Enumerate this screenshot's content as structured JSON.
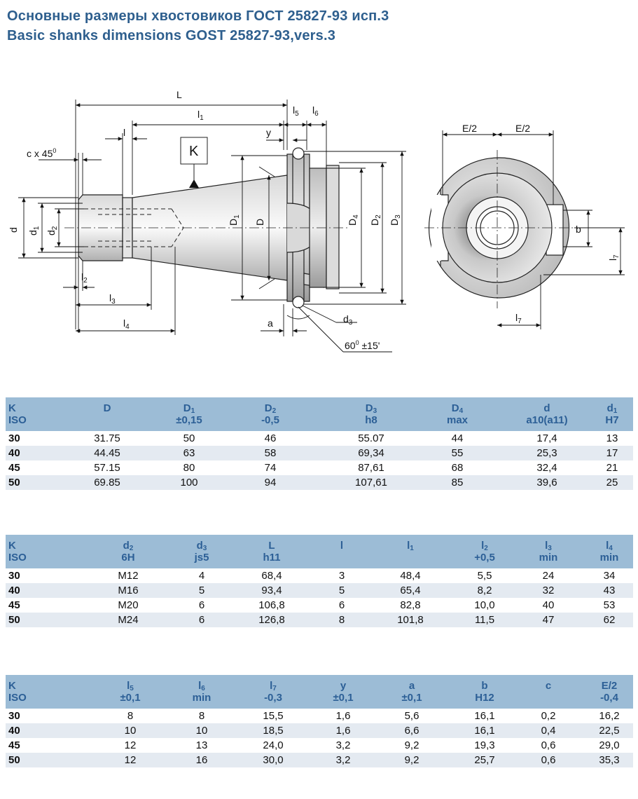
{
  "title_ru": "Основные размеры хвостовиков ГОСТ 25827-93 исп.3",
  "title_en": "Basic shanks dimensions GOST 25827-93,vers.3",
  "drawing_labels": {
    "L": "L",
    "l1": "l",
    "l1_sub": "1",
    "l": "l",
    "l5": "l",
    "l5_sub": "5",
    "l6": "l",
    "l6_sub": "6",
    "y": "y",
    "K": "K",
    "c45": "c x 45",
    "deg": "0",
    "d": "d",
    "d1": "d",
    "d1_sub": "1",
    "d2": "d",
    "d2_sub": "2",
    "D1": "D",
    "D1_sub": "1",
    "D": "D",
    "D4": "D",
    "D4_sub": "4",
    "D2": "D",
    "D2_sub": "2",
    "D3": "D",
    "D3_sub": "3",
    "l2": "l",
    "l2_sub": "2",
    "l3": "l",
    "l3_sub": "3",
    "l4": "l",
    "l4_sub": "4",
    "a": "a",
    "d3": "d",
    "d3_sub": "3",
    "angle": "60",
    "angle_deg": "0",
    "angle_tol": " ±15'",
    "E2a": "E/2",
    "E2b": "E/2",
    "b": "b",
    "l7": "l",
    "l7_sub": "7",
    "l7b": "l",
    "l7b_sub": "7"
  },
  "table1": {
    "headers": [
      {
        "l1": "K",
        "l2": "ISO"
      },
      {
        "l1": "D",
        "l2": ""
      },
      {
        "l1": "D",
        "sub": "1",
        "l2": "±0,15"
      },
      {
        "l1": "D",
        "sub": "2",
        "l2": "-0,5"
      },
      {
        "l1": "D",
        "sub": "3",
        "l2": "h8"
      },
      {
        "l1": "D",
        "sub": "4",
        "l2": "max"
      },
      {
        "l1": "d",
        "l2": "a10(a11)"
      },
      {
        "l1": "d",
        "sub": "1",
        "l2": "H7"
      }
    ],
    "rows": [
      [
        "30",
        "31.75",
        "50",
        "46",
        "55.07",
        "44",
        "17,4",
        "13"
      ],
      [
        "40",
        "44.45",
        "63",
        "58",
        "69,34",
        "55",
        "25,3",
        "17"
      ],
      [
        "45",
        "57.15",
        "80",
        "74",
        "87,61",
        "68",
        "32,4",
        "21"
      ],
      [
        "50",
        "69.85",
        "100",
        "94",
        "107,61",
        "85",
        "39,6",
        "25"
      ]
    ]
  },
  "table2": {
    "headers": [
      {
        "l1": "K",
        "l2": "ISO"
      },
      {
        "l1": "d",
        "sub": "2",
        "l2": "6H"
      },
      {
        "l1": "d",
        "sub": "3",
        "l2": "js5"
      },
      {
        "l1": "L",
        "l2": "h11"
      },
      {
        "l1": "l",
        "l2": ""
      },
      {
        "l1": "l",
        "sub": "1",
        "l2": ""
      },
      {
        "l1": "l",
        "sub": "2",
        "l2": "+0,5"
      },
      {
        "l1": "l",
        "sub": "3",
        "l2": "min"
      },
      {
        "l1": "l",
        "sub": "4",
        "l2": "min"
      }
    ],
    "rows": [
      [
        "30",
        "M12",
        "4",
        "68,4",
        "3",
        "48,4",
        "5,5",
        "24",
        "34"
      ],
      [
        "40",
        "M16",
        "5",
        "93,4",
        "5",
        "65,4",
        "8,2",
        "32",
        "43"
      ],
      [
        "45",
        "M20",
        "6",
        "106,8",
        "6",
        "82,8",
        "10,0",
        "40",
        "53"
      ],
      [
        "50",
        "M24",
        "6",
        "126,8",
        "8",
        "101,8",
        "11,5",
        "47",
        "62"
      ]
    ]
  },
  "table3": {
    "headers": [
      {
        "l1": "K",
        "l2": "ISO"
      },
      {
        "l1": "l",
        "sub": "5",
        "l2": "±0,1"
      },
      {
        "l1": "l",
        "sub": "6",
        "l2": "min"
      },
      {
        "l1": "l",
        "sub": "7",
        "l2": "-0,3"
      },
      {
        "l1": "y",
        "l2": "±0,1"
      },
      {
        "l1": "a",
        "l2": "±0,1"
      },
      {
        "l1": "b",
        "l2": "H12"
      },
      {
        "l1": "c",
        "l2": ""
      },
      {
        "l1": "E/2",
        "l2": "-0,4"
      }
    ],
    "rows": [
      [
        "30",
        "8",
        "8",
        "15,5",
        "1,6",
        "5,6",
        "16,1",
        "0,2",
        "16,2"
      ],
      [
        "40",
        "10",
        "10",
        "18,5",
        "1,6",
        "6,6",
        "16,1",
        "0,4",
        "22,5"
      ],
      [
        "45",
        "12",
        "13",
        "24,0",
        "3,2",
        "9,2",
        "19,3",
        "0,6",
        "29,0"
      ],
      [
        "50",
        "12",
        "16",
        "30,0",
        "3,2",
        "9,2",
        "25,7",
        "0,6",
        "35,3"
      ]
    ]
  }
}
